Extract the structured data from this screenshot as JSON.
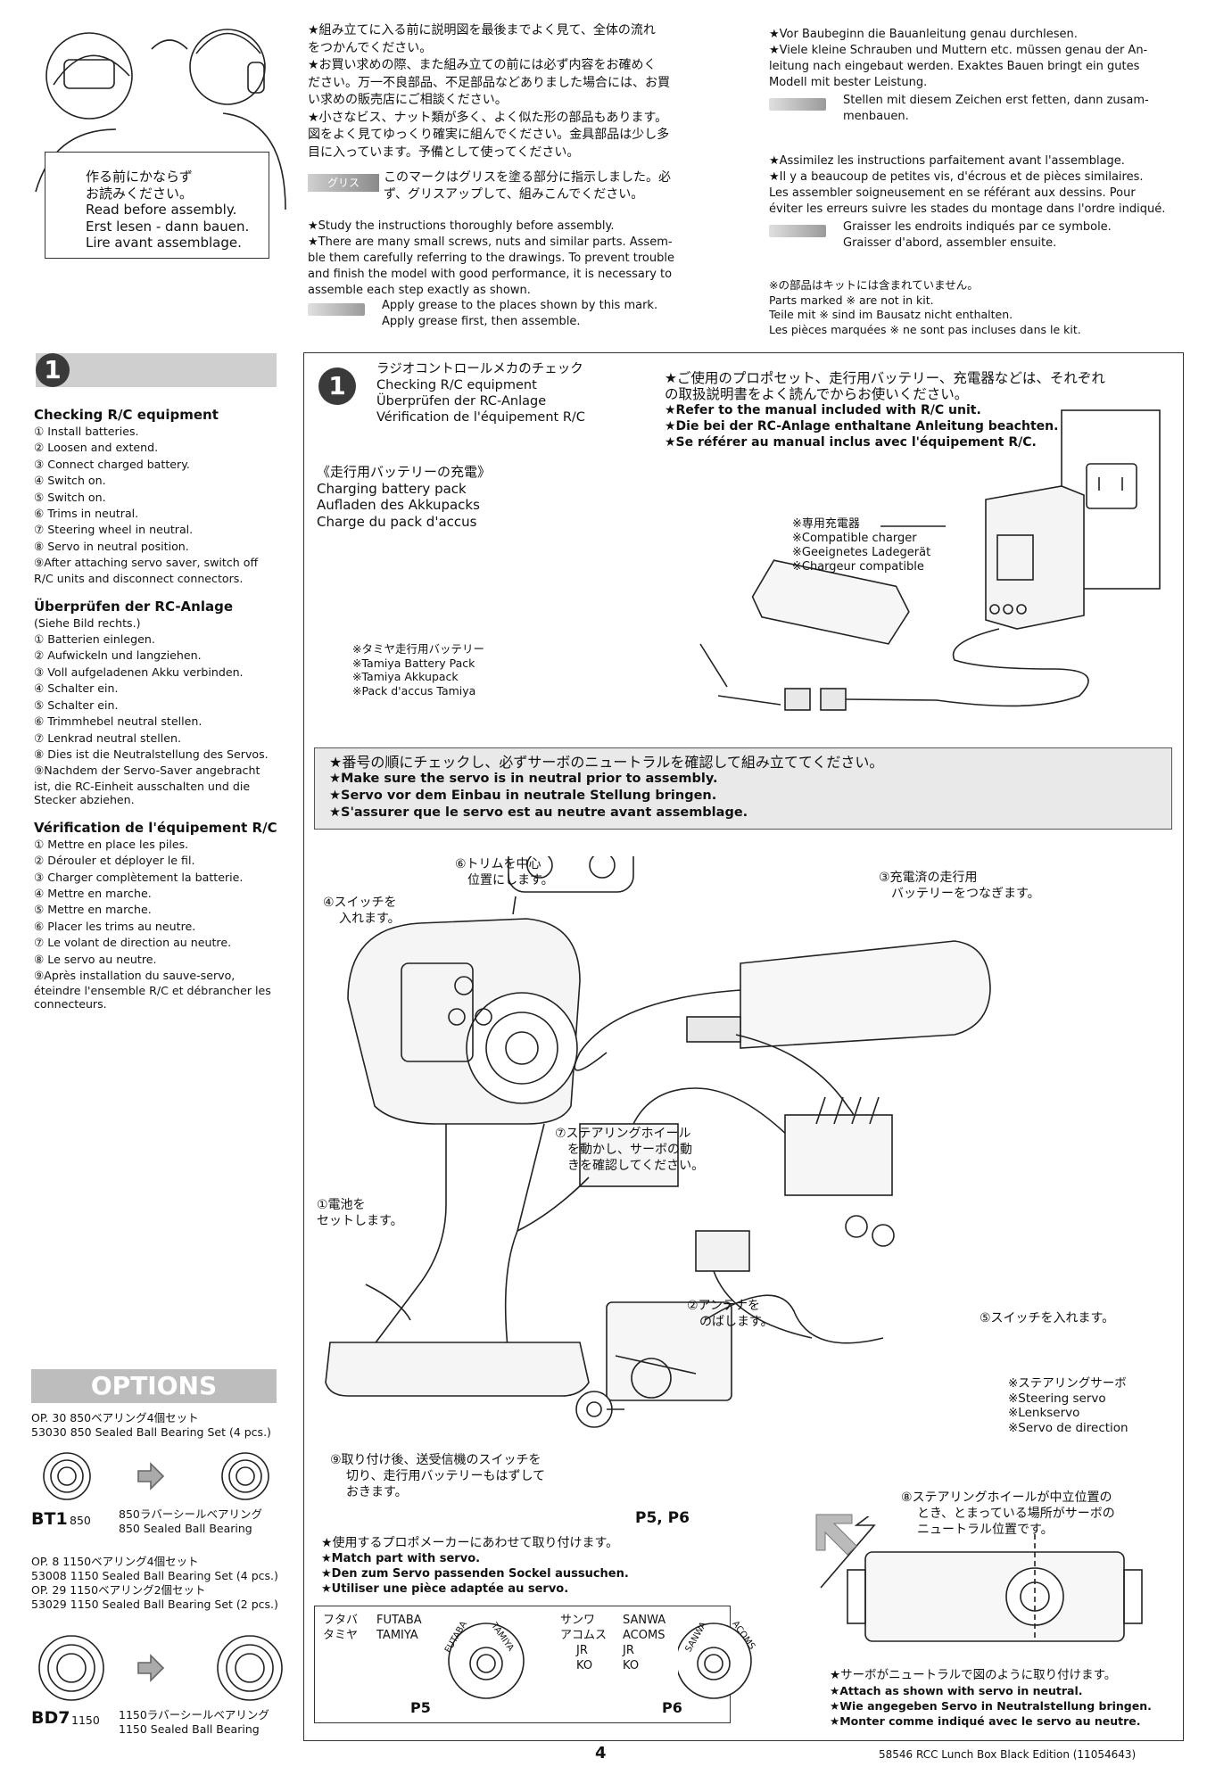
{
  "intro": {
    "mascot_sign": [
      "作る前にかならず",
      "お読みください。",
      "Read before assembly.",
      "Erst lesen - dann bauen.",
      "Lire avant assemblage."
    ],
    "jp_lines": [
      "★組み立てに入る前に説明図を最後までよく見て、全体の流れ",
      "をつかんでください。",
      "★お買い求めの際、また組み立ての前には必ず内容をお確めく",
      "ださい。万一不良部品、不足部品などありました場合には、お買",
      "い求めの販売店にご相談ください。",
      "★小さなビス、ナット類が多く、よく似た形の部品もあります。",
      "図をよく見てゆっくり確実に組んでください。金具部品は少し多",
      "目に入っています。予備として使ってください。"
    ],
    "jp_grease_label": "グリス",
    "jp_grease_text": [
      "このマークはグリスを塗る部分に指示しました。必",
      "ず、グリスアップして、組みこんでください。"
    ],
    "en_lines": [
      "★Study the instructions thoroughly before assembly.",
      "★There are many small screws, nuts and similar parts. Assem-",
      "ble them carefully referring to the drawings. To prevent trouble",
      "and finish the model with good performance, it is necessary to",
      "assemble each step exactly as shown."
    ],
    "en_grease_text": [
      "Apply grease to the places shown by this mark.",
      "Apply grease first, then assemble."
    ],
    "de_lines": [
      "★Vor Baubeginn die Bauanleitung genau durchlesen.",
      "★Viele kleine Schrauben und Muttern etc. müssen genau der An-",
      "leitung nach eingebaut werden. Exaktes Bauen bringt ein gutes",
      "Modell mit bester Leistung."
    ],
    "de_grease_text": [
      "Stellen mit diesem Zeichen erst fetten, dann zusam-",
      "menbauen."
    ],
    "fr_lines": [
      "★Assimilez les instructions parfaitement avant  l'assemblage.",
      "★Il y a beaucoup de petites vis, d'écrous et de pièces similaires.",
      "Les assembler soigneusement en se référant aux dessins. Pour",
      "éviter les erreurs suivre les stades du montage dans l'ordre indiqué."
    ],
    "fr_grease_text": [
      "Graisser les endroits indiqués par ce symbole.",
      "Graisser d'abord, assembler ensuite."
    ],
    "parts_note": [
      "※の部品はキットには含まれていません。",
      "Parts marked ※ are not in kit.",
      "Teile mit ※ sind im Bausatz nicht enthalten.",
      "Les pièces marquées ※ ne sont pas incluses dans le kit."
    ]
  },
  "sidebar": {
    "step_number": "1",
    "en_title": "Checking R/C equipment",
    "en_items": [
      "① Install batteries.",
      "② Loosen and extend.",
      "③ Connect charged battery.",
      "④ Switch on.",
      "⑤ Switch on.",
      "⑥ Trims in neutral.",
      "⑦ Steering wheel in neutral.",
      "⑧ Servo in neutral position.",
      "⑨After attaching servo saver, switch off",
      "R/C units and disconnect connectors."
    ],
    "de_title": "Überprüfen der RC-Anlage",
    "de_items": [
      "(Siehe Bild rechts.)",
      "① Batterien einlegen.",
      "② Aufwickeln und langziehen.",
      "③ Voll aufgeladenen Akku verbinden.",
      "④ Schalter ein.",
      "⑤ Schalter ein.",
      "⑥ Trimmhebel neutral stellen.",
      "⑦ Lenkrad neutral stellen.",
      "⑧ Dies ist die Neutralstellung des Servos.",
      "⑨Nachdem der Servo-Saver angebracht",
      "ist, die RC-Einheit ausschalten und die",
      "Stecker abziehen."
    ],
    "fr_title": "Vérification de l'équipement R/C",
    "fr_items": [
      "① Mettre en place les piles.",
      "② Dérouler et déployer le fil.",
      "③ Charger complètement la batterie.",
      "④ Mettre en marche.",
      "⑤ Mettre en marche.",
      "⑥ Placer les trims au neutre.",
      "⑦ Le volant de direction au neutre.",
      "⑧ Le servo au neutre.",
      "⑨Après installation du sauve-servo,",
      "éteindre l'ensemble R/C et débrancher les",
      "connecteurs."
    ]
  },
  "options": {
    "title": "OPTIONS",
    "item1_lines": [
      "OP. 30 850ベアリング4個セット",
      "53030 850 Sealed Ball Bearing Set (4 pcs.)"
    ],
    "bt1_code": "BT1",
    "bt1_size": "850",
    "bt1_desc": [
      "850ラバーシールベアリング",
      "850 Sealed Ball Bearing"
    ],
    "item2_lines": [
      "OP. 8 1150ベアリング4個セット",
      "53008 1150 Sealed Ball Bearing Set (4 pcs.)",
      "OP. 29 1150ベアリング2個セット",
      "53029 1150 Sealed Ball Bearing Set (2 pcs.)"
    ],
    "bd7_code": "BD7",
    "bd7_size": "1150",
    "bd7_desc": [
      "1150ラバーシールベアリング",
      "1150 Sealed Ball Bearing"
    ]
  },
  "main": {
    "step_number": "1",
    "step_titles": [
      "ラジオコントロールメカのチェック",
      "Checking R/C equipment",
      "Überprüfen der RC-Anlage",
      "Vérification de l'équipement R/C"
    ],
    "propo_note": [
      "★ご使用のプロポセット、走行用バッテリー、充電器などは、それぞれ",
      "の取扱説明書をよく読んでからお使いください。",
      "★Refer to the manual included with R/C unit.",
      "★Die bei der RC-Anlage enthaltane Anleitung beachten.",
      "★Se référer au manual inclus avec l'équipement R/C."
    ],
    "charging_title": [
      "《走行用バッテリーの充電》",
      "Charging battery pack",
      "Aufladen des Akkupacks",
      "Charge du pack d'accus"
    ],
    "charger_label": [
      "※専用充電器",
      "※Compatible charger",
      "※Geeignetes Ladegerät",
      "※Chargeur compatible"
    ],
    "battery_label": [
      "※タミヤ走行用バッテリー",
      "※Tamiya Battery Pack",
      "※Tamiya Akkupack",
      "※Pack d'accus Tamiya"
    ],
    "neutral_notice": [
      "★番号の順にチェックし、必ずサーボのニュートラルを確認して組み立ててください。",
      "★Make sure the servo is in neutral prior to assembly.",
      "★Servo vor dem Einbau in neutrale Stellung bringen.",
      "★S'assurer que le servo est au neutre avant assemblage."
    ],
    "callout_6": [
      "⑥トリムを中心",
      "位置にします。"
    ],
    "callout_4": [
      "④スイッチを",
      "入れます。"
    ],
    "callout_3": [
      "③充電済の走行用",
      "バッテリーをつなぎます。"
    ],
    "callout_7": [
      "⑦ステアリングホイール",
      "を動かし、サーボの動",
      "きを確認してください。"
    ],
    "callout_1": [
      "①電池を",
      "セットします。"
    ],
    "callout_2": [
      "②アンテナを",
      "のばします。"
    ],
    "callout_5": "⑤スイッチを入れます。",
    "servo_label": [
      "※ステアリングサーボ",
      "※Steering servo",
      "※Lenkservo",
      "※Servo de direction"
    ],
    "callout_9": [
      "⑨取り付け後、送受信機のスイッチを",
      "切り、走行用バッテリーもはずして",
      "おきます。"
    ],
    "p5p6_label": "P5, P6",
    "callout_8": [
      "⑧ステアリングホイールが中立位置の",
      "とき、とまっている場所がサーボの",
      "ニュートラル位置です。"
    ],
    "match_note": [
      "★使用するプロポメーカーにあわせて取り付けます。",
      "★Match part with servo.",
      "★Den zum Servo passenden Sockel aussuchen.",
      "★Utiliser une pièce adaptée au servo."
    ],
    "maker_left": [
      "フタバ",
      "タミヤ"
    ],
    "maker_left_en": [
      "FUTABA",
      "TAMIYA"
    ],
    "maker_right": [
      "サンワ",
      "アコムス",
      "JR",
      "KO"
    ],
    "maker_right_en": [
      "SANWA",
      "ACOMS",
      "JR",
      "KO"
    ],
    "horn_left_top": "FUTABA",
    "horn_left_right": "TAMIYA",
    "horn_right_top": "SANWA",
    "horn_right_right": "ACOMS",
    "p5": "P5",
    "p6": "P6",
    "attach_note": [
      "★サーボがニュートラルで図のように取り付けます。",
      "★Attach as shown with servo in neutral.",
      "★Wie angegeben Servo in Neutralstellung bringen.",
      "★Monter comme indiqué avec le servo au neutre."
    ]
  },
  "footer": {
    "page_number": "4",
    "product": "58546  RCC Lunch Box Black Edition (11054643)"
  }
}
